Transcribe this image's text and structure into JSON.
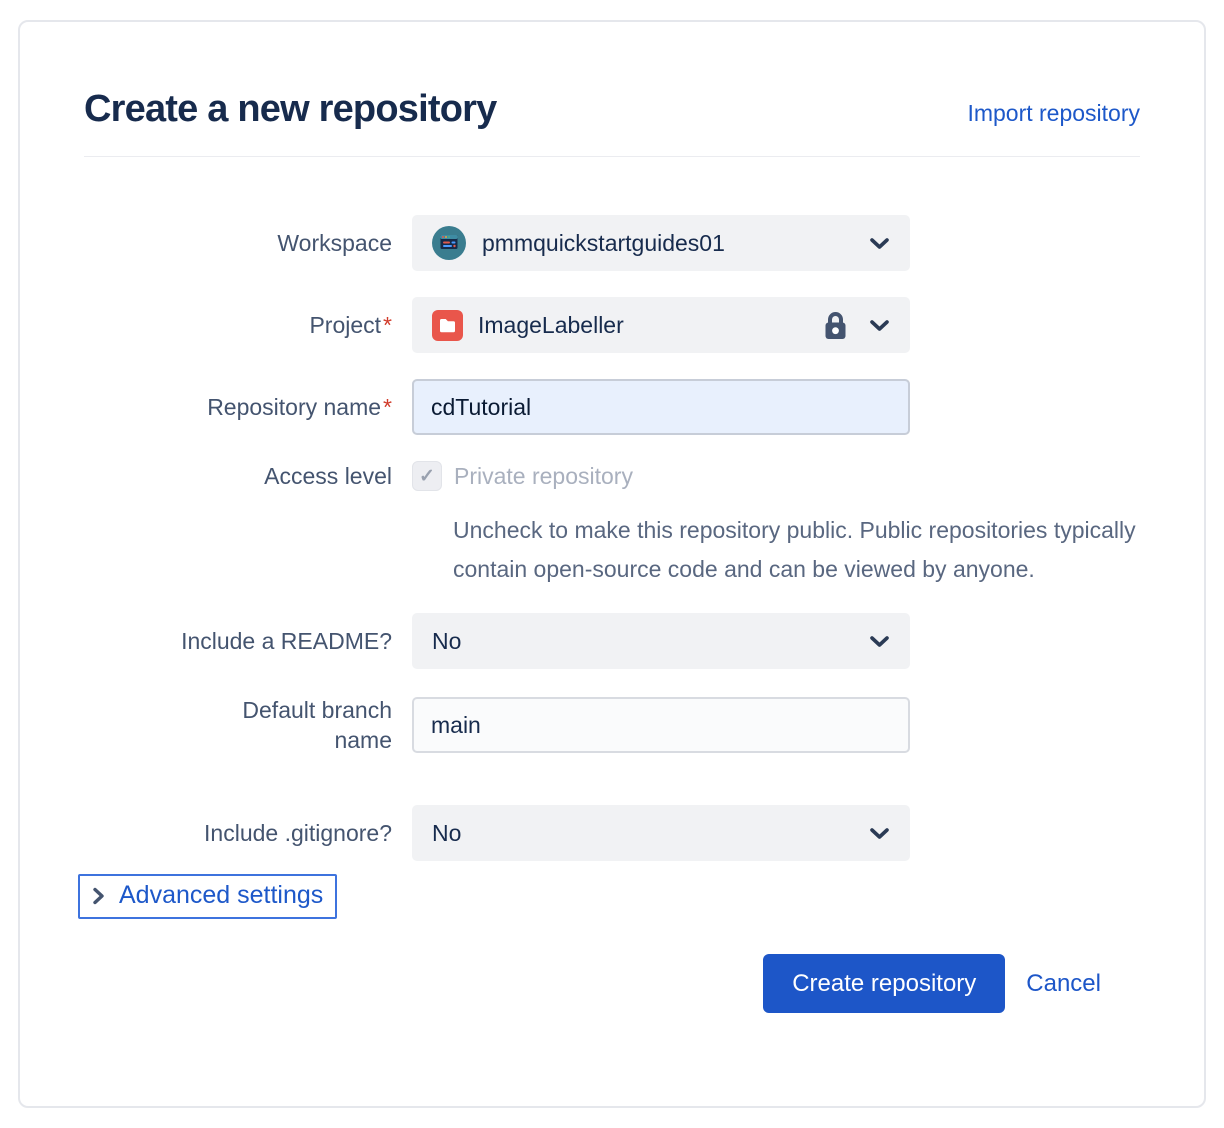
{
  "dialog": {
    "title": "Create a new repository",
    "import_link": "Import repository"
  },
  "form": {
    "workspace": {
      "label": "Workspace",
      "value": "pmmquickstartguides01"
    },
    "project": {
      "label": "Project",
      "required_marker": "*",
      "value": "ImageLabeller",
      "locked": true
    },
    "repository_name": {
      "label": "Repository name",
      "required_marker": "*",
      "value": "cdTutorial"
    },
    "access_level": {
      "label": "Access level",
      "checkbox_label": "Private repository",
      "checkbox_checked": true,
      "checkbox_disabled": true,
      "help_text": "Uncheck to make this repository public. Public repositories typically contain open-source code and can be viewed by anyone."
    },
    "include_readme": {
      "label": "Include a README?",
      "value": "No"
    },
    "default_branch": {
      "label": "Default branch name",
      "value": "main"
    },
    "include_gitignore": {
      "label": "Include .gitignore?",
      "value": "No"
    }
  },
  "advanced": {
    "label": "Advanced settings",
    "expanded": false
  },
  "footer": {
    "create_label": "Create repository",
    "cancel_label": "Cancel"
  },
  "icons": {
    "checkmark": "✓",
    "workspace_avatar": "workspace-browser-illustration",
    "project_avatar": "red-folder",
    "lock": "padlock",
    "chevron_down": "chevron-down",
    "chevron_right": "chevron-right"
  },
  "colors": {
    "title_text": "#172B4D",
    "label_text": "#44546F",
    "required_red": "#D13C2B",
    "accent_blue": "#1D56C8",
    "focus_ring_blue": "#3D73DE",
    "dropdown_bg": "#F1F2F4",
    "repo_input_bg": "#E8F0FD",
    "workspace_avatar_teal": "#3A7D8F",
    "project_avatar_red": "#E9564B",
    "disabled_text": "#A9B0BE",
    "help_text": "#596780"
  }
}
